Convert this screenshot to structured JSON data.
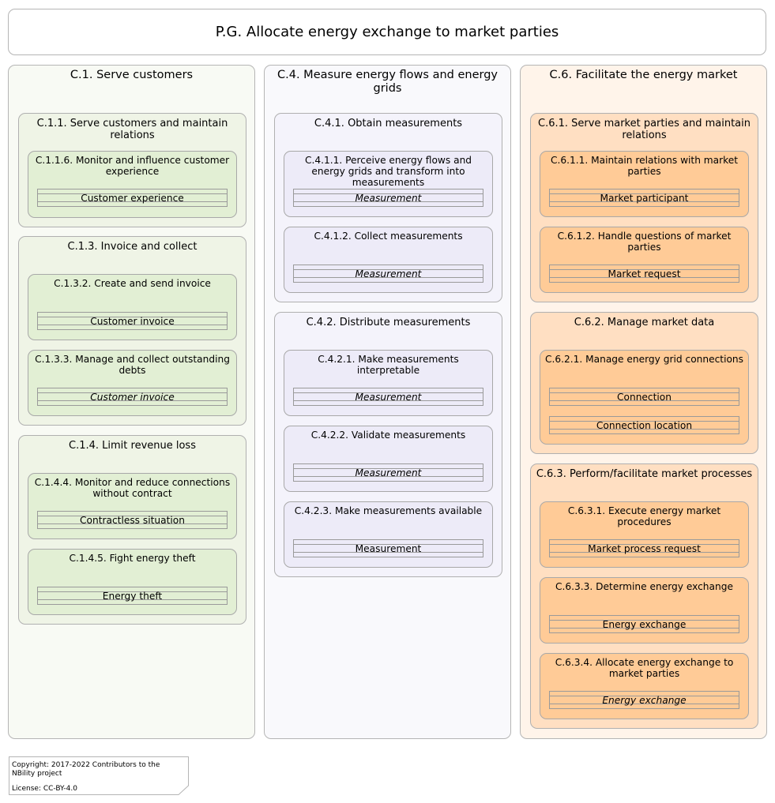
{
  "title": "P.G. Allocate energy exchange to market parties",
  "columns": [
    {
      "title": "C.1. Serve customers",
      "groups": [
        {
          "title": "C.1.1. Serve customers and maintain relations",
          "capabilities": [
            {
              "title": "C.1.1.6. Monitor and influence customer experience",
              "objects": [
                {
                  "label": "Customer experience",
                  "italic": false
                }
              ]
            }
          ]
        },
        {
          "title": "C.1.3. Invoice and collect",
          "capabilities": [
            {
              "title": "C.1.3.2. Create and send invoice",
              "objects": [
                {
                  "label": "Customer invoice",
                  "italic": false
                }
              ]
            },
            {
              "title": "C.1.3.3. Manage and collect outstanding debts",
              "objects": [
                {
                  "label": "Customer invoice",
                  "italic": true
                }
              ]
            }
          ]
        },
        {
          "title": "C.1.4. Limit revenue loss",
          "capabilities": [
            {
              "title": "C.1.4.4. Monitor and reduce connections without contract",
              "objects": [
                {
                  "label": "Contractless situation",
                  "italic": false
                }
              ]
            },
            {
              "title": "C.1.4.5. Fight energy theft",
              "objects": [
                {
                  "label": "Energy theft",
                  "italic": false
                }
              ]
            }
          ]
        }
      ]
    },
    {
      "title": "C.4. Measure energy flows and energy grids",
      "groups": [
        {
          "title": "C.4.1. Obtain measurements",
          "capabilities": [
            {
              "title": "C.4.1.1. Perceive energy flows and energy grids and transform into measurements",
              "objects": [
                {
                  "label": "Measurement",
                  "italic": true
                }
              ]
            },
            {
              "title": "C.4.1.2. Collect measurements",
              "objects": [
                {
                  "label": "Measurement",
                  "italic": true
                }
              ]
            }
          ]
        },
        {
          "title": "C.4.2. Distribute measurements",
          "capabilities": [
            {
              "title": "C.4.2.1. Make measurements interpretable",
              "objects": [
                {
                  "label": "Measurement",
                  "italic": true
                }
              ]
            },
            {
              "title": "C.4.2.2. Validate measurements",
              "objects": [
                {
                  "label": "Measurement",
                  "italic": true
                }
              ]
            },
            {
              "title": "C.4.2.3. Make measurements available",
              "objects": [
                {
                  "label": "Measurement",
                  "italic": false
                }
              ]
            }
          ]
        }
      ]
    },
    {
      "title": "C.6. Facilitate the energy market",
      "groups": [
        {
          "title": "C.6.1. Serve market parties and maintain relations",
          "capabilities": [
            {
              "title": "C.6.1.1. Maintain relations with market parties",
              "objects": [
                {
                  "label": "Market participant",
                  "italic": false
                }
              ]
            },
            {
              "title": "C.6.1.2. Handle questions of market parties",
              "objects": [
                {
                  "label": "Market request",
                  "italic": false
                }
              ]
            }
          ]
        },
        {
          "title": "C.6.2. Manage market data",
          "capabilities": [
            {
              "title": "C.6.2.1. Manage energy grid connections",
              "objects": [
                {
                  "label": "Connection",
                  "italic": false
                },
                {
                  "label": "Connection location",
                  "italic": false
                }
              ]
            }
          ]
        },
        {
          "title": "C.6.3. Perform/facilitate market processes",
          "capabilities": [
            {
              "title": "C.6.3.1. Execute energy market procedures",
              "objects": [
                {
                  "label": "Market process request",
                  "italic": false
                }
              ]
            },
            {
              "title": "C.6.3.3. Determine energy exchange",
              "objects": [
                {
                  "label": "Energy exchange",
                  "italic": false
                }
              ]
            },
            {
              "title": "C.6.3.4. Allocate energy exchange to market parties",
              "objects": [
                {
                  "label": "Energy exchange",
                  "italic": true
                }
              ]
            }
          ]
        }
      ]
    }
  ],
  "footer": {
    "copyright": "Copyright: 2017-2022 Contributors to the NBility project",
    "license": "License: CC-BY-4.0"
  }
}
